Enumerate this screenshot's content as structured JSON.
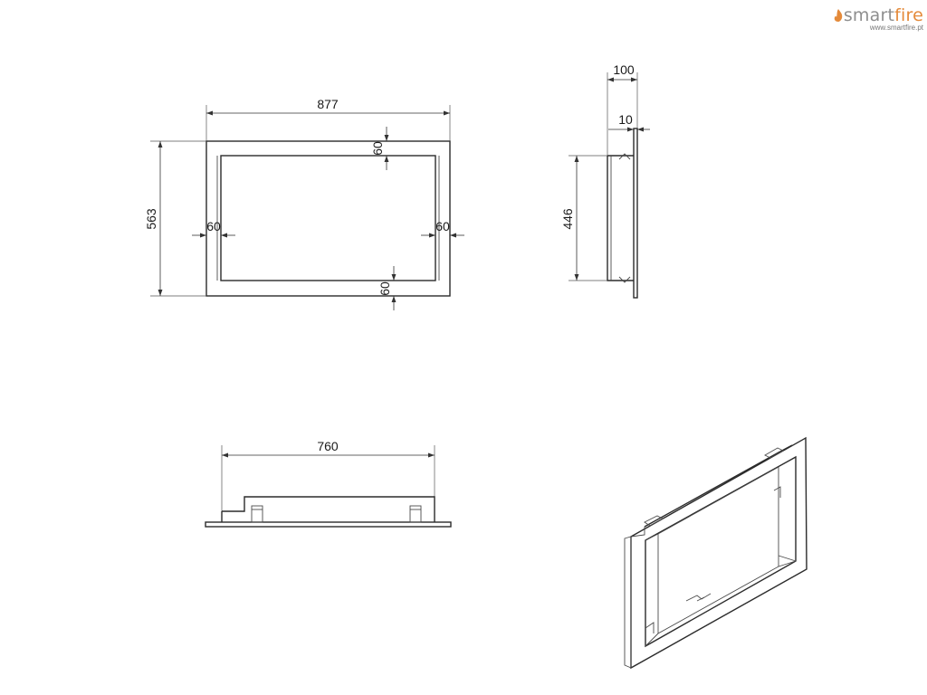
{
  "logo": {
    "name_main": "smart",
    "name_accent": "fire",
    "url": "www.smartfire.pt",
    "icon": "flame-icon",
    "accent_color": "#e48a3a"
  },
  "front_view": {
    "width_label": "877",
    "height_label": "563",
    "top_border_label": "60",
    "left_border_label": "60",
    "right_border_label": "60",
    "bottom_border_label": "60"
  },
  "side_view": {
    "depth_label": "100",
    "flange_label": "10",
    "height_label": "446"
  },
  "top_view": {
    "width_label": "760"
  }
}
